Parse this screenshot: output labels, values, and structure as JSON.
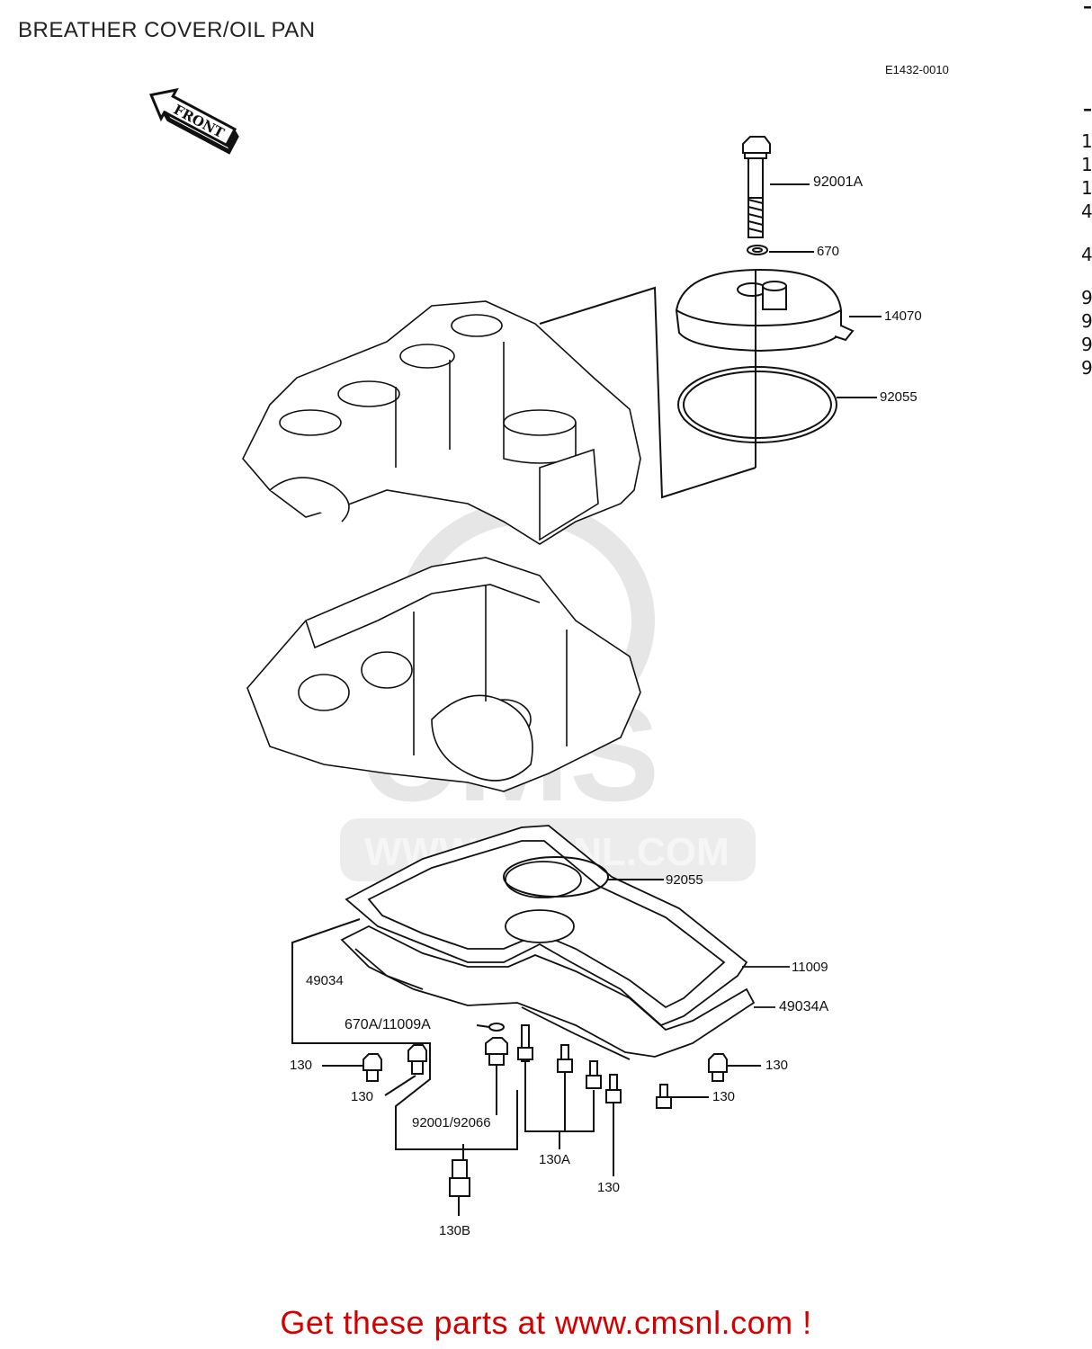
{
  "header": {
    "title": "BREATHER COVER/OIL PAN",
    "figure_code": "E1432-0010"
  },
  "front_arrow_label": "FRONT",
  "right_margin_chars": [
    "1",
    "1",
    "1",
    "4",
    "4",
    "9",
    "9",
    "9",
    "9"
  ],
  "callouts": {
    "c92001A": "92001A",
    "c670": "670",
    "c14070": "14070",
    "c92055_top": "92055",
    "c92055_pan": "92055",
    "c11009": "11009",
    "c49034": "49034",
    "c49034A": "49034A",
    "c670A": "670A/11009A",
    "c130_1": "130",
    "c130_2": "130",
    "c130_3": "130",
    "c130_4": "130",
    "c130_5": "130",
    "c92001_92066": "92001/92066",
    "c130A": "130A",
    "c130B": "130B"
  },
  "watermark": {
    "line1": "CMS",
    "line2": "WWW.CMSNL.COM"
  },
  "footer": {
    "promo": "Get these parts at www.cmsnl.com !"
  },
  "colors": {
    "promo": "#d40000",
    "lines": "#111111",
    "watermark": "#e6e6e6"
  }
}
